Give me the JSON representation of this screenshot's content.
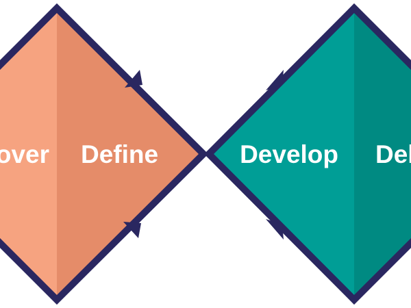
{
  "diagram": {
    "phases": [
      {
        "label": "Discover",
        "color": "#F6A380"
      },
      {
        "label": "Define",
        "color": "#E58C69"
      },
      {
        "label": "Develop",
        "color": "#009E96"
      },
      {
        "label": "Deliver",
        "color": "#008A82"
      }
    ],
    "outline_color": "#2A2760",
    "flow_arrows": [
      "arrow-icon",
      "arrow-icon",
      "arrow-icon",
      "arrow-icon"
    ]
  }
}
